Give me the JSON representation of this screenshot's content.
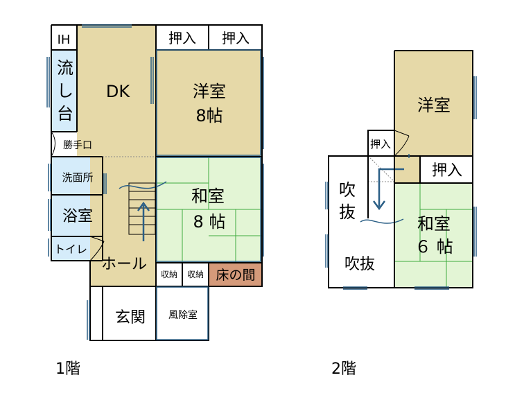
{
  "floors": [
    {
      "label": "1階",
      "rooms": {
        "ih": "IH",
        "sink_1": "流",
        "sink_2": "し",
        "sink_3": "台",
        "dk": "DK",
        "closet_a": "押入",
        "closet_b": "押入",
        "western_name": "洋室",
        "western_size": "8帖",
        "back_door": "勝手口",
        "washroom": "洗面所",
        "bath": "浴室",
        "toilet": "トイレ",
        "japanese_name": "和室",
        "japanese_size": "8 帖",
        "hall": "ホール",
        "storage_a": "収納",
        "storage_b": "収納",
        "tokonoma": "床の間",
        "entrance": "玄関",
        "windbreak": "風除室"
      }
    },
    {
      "label": "2階",
      "rooms": {
        "western_name": "洋室",
        "closet_small": "押入",
        "closet": "押入",
        "void_upper_1": "吹",
        "void_upper_2": "抜",
        "void_lower": "吹抜",
        "japanese_name": "和室",
        "japanese_size": "６ 帖"
      }
    }
  ],
  "colors": {
    "tan": "#e6d9a8",
    "green": "#e3f5d5",
    "blue": "#d5ecfa",
    "brown": "#d59a7a",
    "white": "#ffffff",
    "wall": "#000000",
    "window": "#2b5f86",
    "tatami": "#3faa3f"
  }
}
